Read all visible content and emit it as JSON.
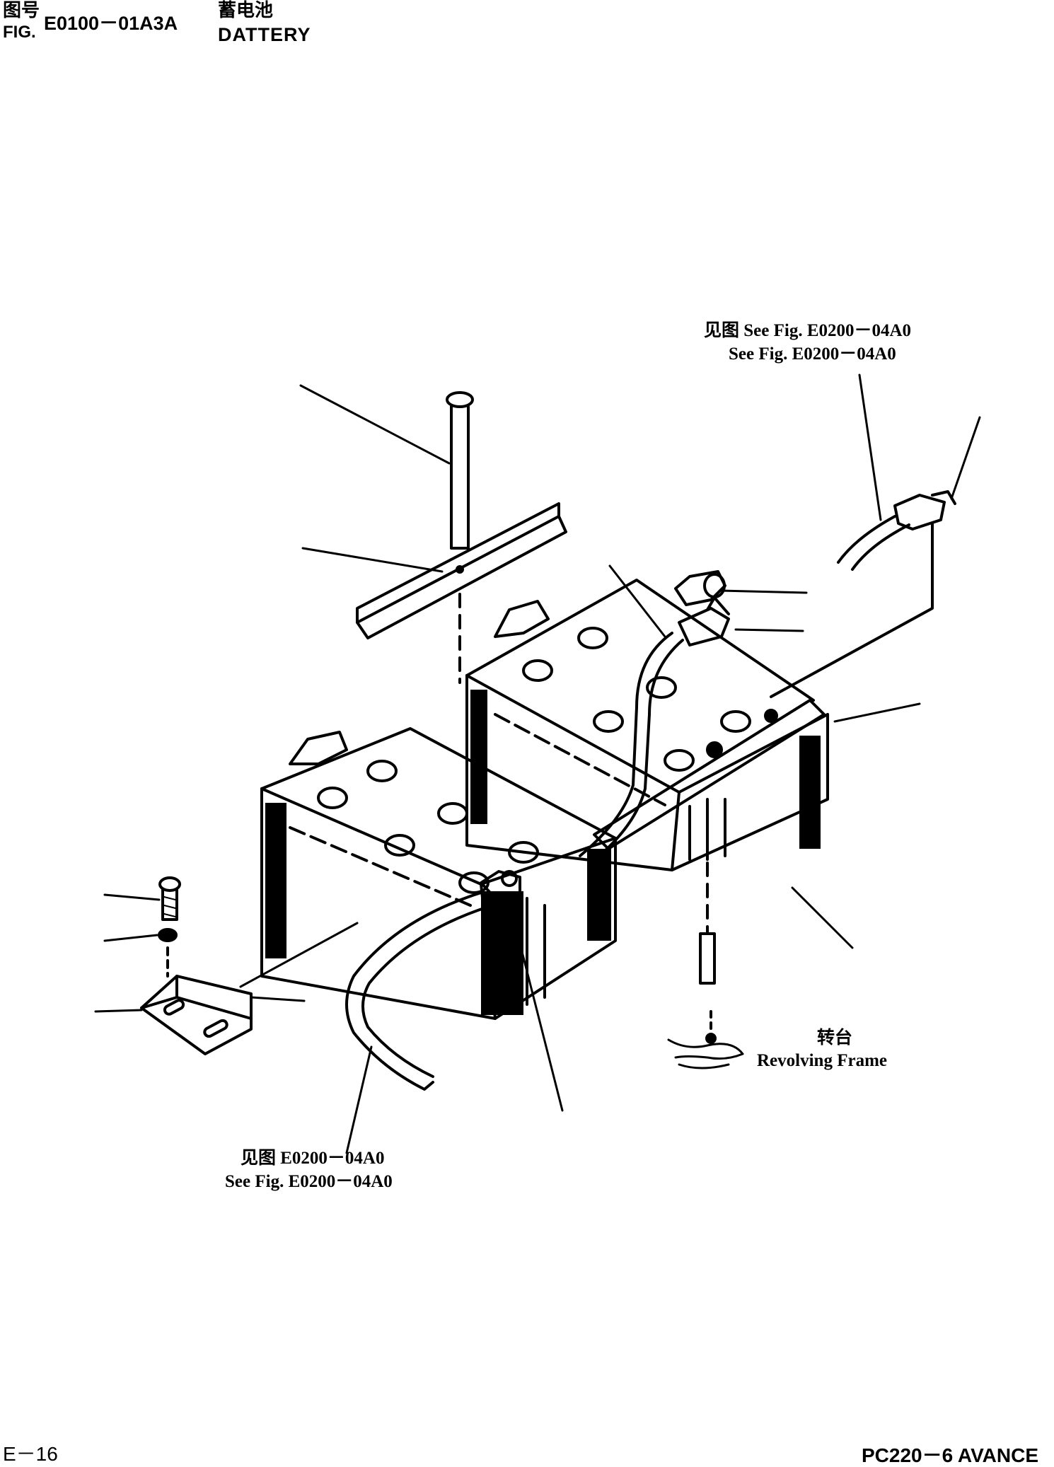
{
  "header": {
    "fig_label_cn": "图号",
    "fig_label_en": "FIG.",
    "fig_number": "E0100－01A3A",
    "title_cn": "蓄电池",
    "title_en": "DATTERY"
  },
  "callouts": {
    "top_right_line1": "见图 See Fig. E0200－04A0",
    "top_right_line2": "See Fig. E0200－04A0",
    "bottom_line1": "见图 E0200－04A0",
    "bottom_line2": "See Fig. E0200－04A0",
    "frame_cn": "转台",
    "frame_en": "Revolving Frame"
  },
  "footer": {
    "page": "E－16",
    "model": "PC220－6 AVANCE"
  }
}
